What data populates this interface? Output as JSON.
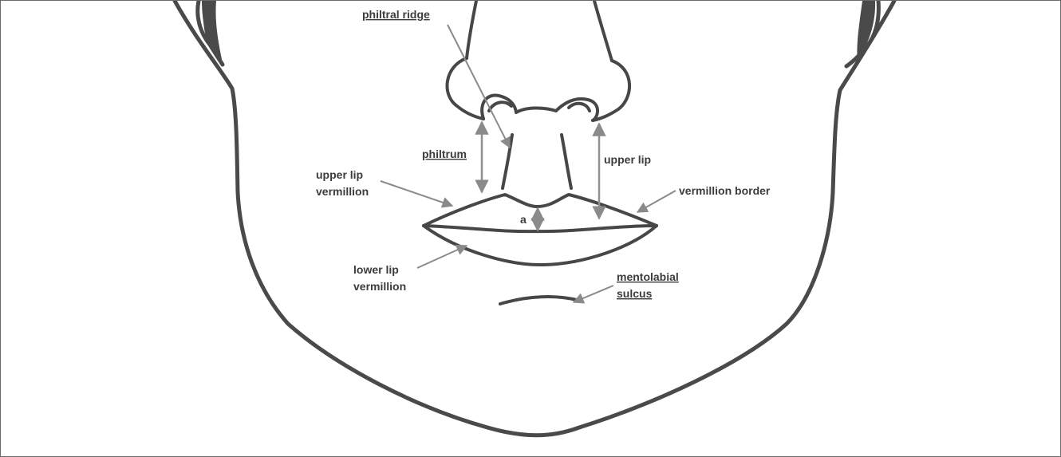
{
  "figure": {
    "labels": {
      "philtral_ridge": "philtral ridge",
      "philtrum": "philtrum",
      "upper_lip": "upper lip",
      "upper_lip_vermillion_line1": "upper lip",
      "upper_lip_vermillion_line2": "vermillion",
      "vermillion_border": "vermillion border",
      "a": "a",
      "lower_lip_vermillion_line1": "lower lip",
      "lower_lip_vermillion_line2": "vermillion",
      "mentolabial_sulcus_line1": "mentolabial",
      "mentolabial_sulcus_line2": "sulcus"
    },
    "colors": {
      "outline": "#4a4a4a",
      "pointer": "#8a8a8a",
      "text": "#3c3c3c",
      "frame": "#6a6a6a"
    }
  }
}
